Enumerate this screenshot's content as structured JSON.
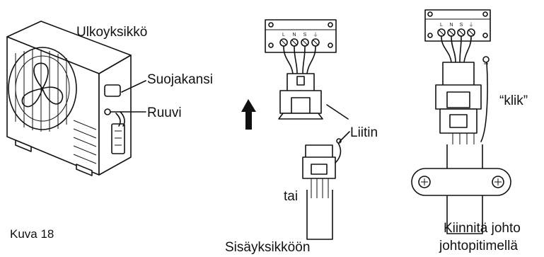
{
  "labels": {
    "outdoor_unit": "Ulkoyksikkö",
    "protective_cover": "Suojakansi",
    "screw": "Ruuvi",
    "connector": "Liitin",
    "or": "tai",
    "click": "“klik”",
    "figure": "Kuva 18",
    "to_indoor_unit": "Sisäyksikköön",
    "fasten_line1": "Kiinnitä johto",
    "fasten_line2": "johtopitimellä"
  },
  "terminal_labels": [
    "L",
    "N",
    "S",
    "⏚"
  ]
}
